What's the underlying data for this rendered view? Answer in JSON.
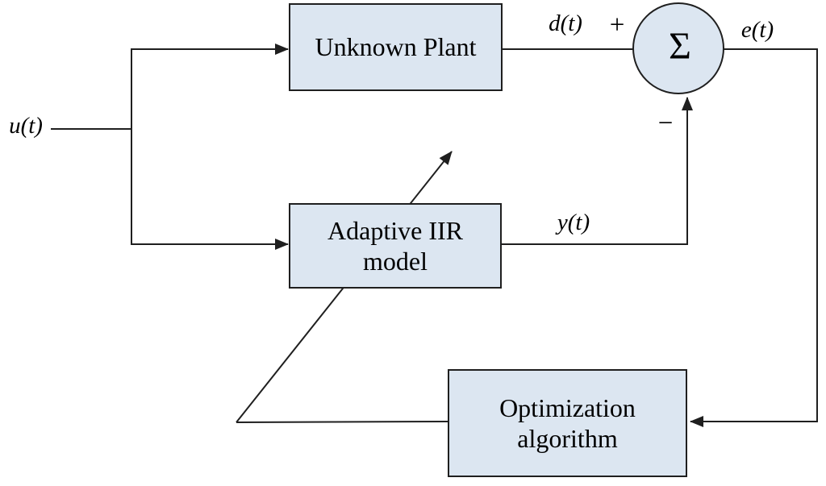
{
  "diagram": {
    "type": "block-diagram",
    "blocks": {
      "unknown_plant": {
        "label": "Unknown Plant"
      },
      "adaptive_iir": {
        "label": "Adaptive IIR\nmodel"
      },
      "optimization": {
        "label": "Optimization\nalgorithm"
      }
    },
    "summing_junction": {
      "symbol": "Σ",
      "plus_sign": "+",
      "minus_sign": "−"
    },
    "signals": {
      "input": "u(t)",
      "desired": "d(t)",
      "model_output": "y(t)",
      "error": "e(t)"
    },
    "colors": {
      "block_fill": "#dce6f1",
      "block_border": "#1f1f1f",
      "wire": "#1f1f1f",
      "background": "#ffffff"
    }
  }
}
